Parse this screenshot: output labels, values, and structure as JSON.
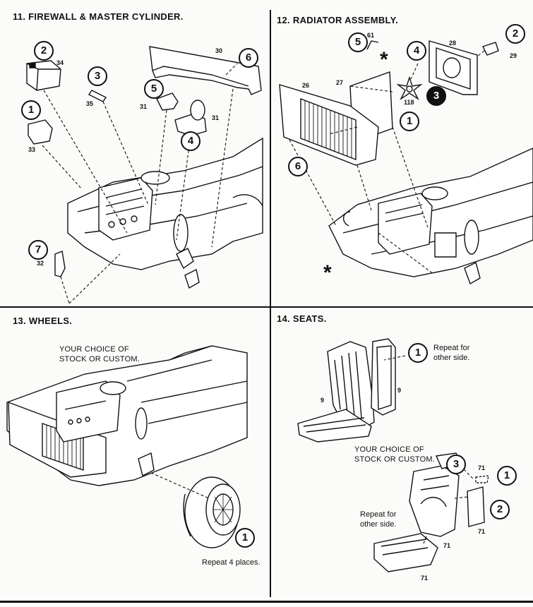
{
  "steps": {
    "s11": {
      "title": "11.  FIREWALL & MASTER CYLINDER.",
      "callouts": [
        "2",
        "3",
        "1",
        "5",
        "4",
        "6",
        "7"
      ],
      "part_numbers": [
        "34",
        "35",
        "33",
        "31",
        "31",
        "30",
        "32"
      ]
    },
    "s12": {
      "title": "12.  RADIATOR ASSEMBLY.",
      "callouts": [
        "5",
        "4",
        "2",
        "3",
        "1",
        "6"
      ],
      "part_numbers": [
        "61",
        "28",
        "29",
        "27",
        "26",
        "118"
      ],
      "markers": [
        "*",
        "*"
      ]
    },
    "s13": {
      "title": "13.  WHEELS.",
      "choice_note": "YOUR CHOICE OF\nSTOCK OR CUSTOM.",
      "callouts": [
        "1"
      ],
      "repeat_note": "Repeat 4 places."
    },
    "s14": {
      "title": "14.  SEATS.",
      "callouts": [
        "1",
        "3",
        "1",
        "2"
      ],
      "part_numbers": [
        "9",
        "9",
        "71",
        "71",
        "71",
        "71"
      ],
      "repeat_note_1": "Repeat for\nother side.",
      "choice_note": "YOUR CHOICE OF\nSTOCK OR CUSTOM.",
      "repeat_note_2": "Repeat for\nother side."
    }
  },
  "colors": {
    "ink": "#111111",
    "paper": "#fbfbf9"
  }
}
